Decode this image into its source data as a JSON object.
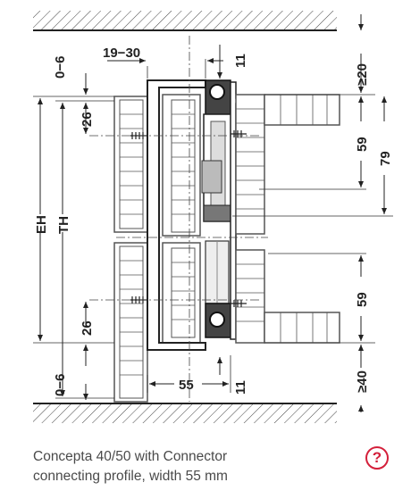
{
  "caption": {
    "line1": "Concepta 40/50 with Connector",
    "line2": "connecting profile, width 55 mm"
  },
  "help": {
    "icon": "question-circle-icon",
    "glyph": "?",
    "color": "#d4203b"
  },
  "dimensions": {
    "width_19_30": "19−30",
    "top_11": "11",
    "top_0_6": "0−6",
    "ge_20": "≥20",
    "upper_26": "26",
    "upper_59": "59",
    "h_79": "79",
    "eh": "EH",
    "th": "TH",
    "lower_59": "59",
    "lower_26": "26",
    "bottom_0_6": "0−6",
    "ge_40": "≥40",
    "width_55": "55",
    "bottom_11": "11"
  }
}
